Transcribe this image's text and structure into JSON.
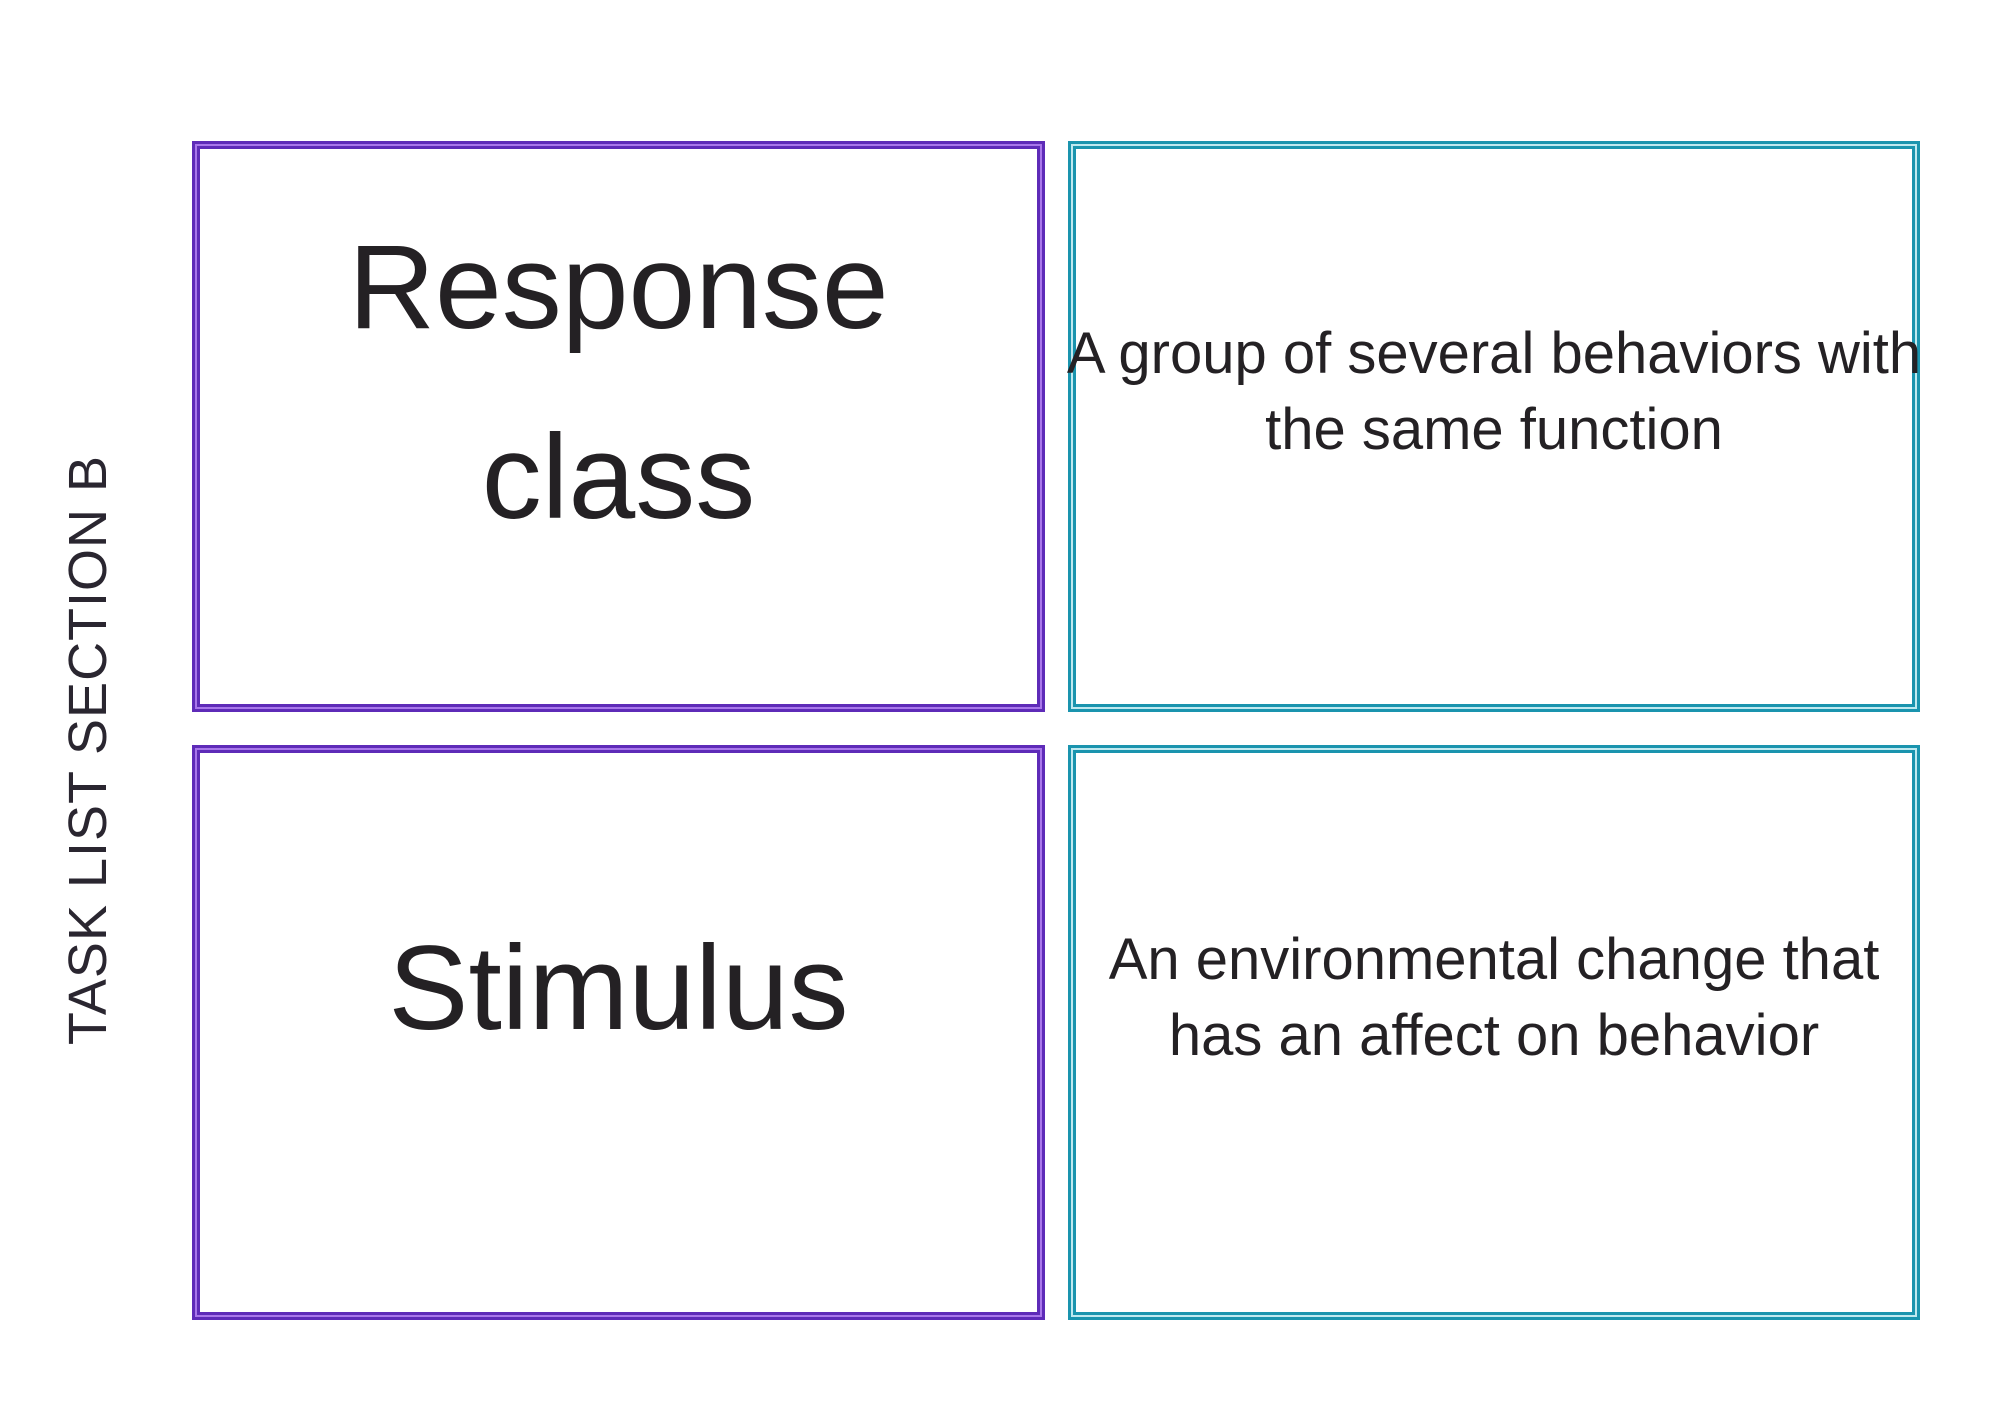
{
  "colors": {
    "term_border_dark": "#5e2bb8",
    "term_border_light": "#a877ea",
    "def_border_dark": "#1a94ae",
    "def_border_light": "#bfe9f0",
    "card_text": "#242124",
    "sidebar_text": "#2a2630",
    "page_bg": "#ffffff"
  },
  "sidebar": {
    "label": "TASK LIST SECTION B"
  },
  "cards": {
    "response_class": {
      "term": {
        "lines": [
          "Response",
          "class"
        ]
      },
      "definition": {
        "lines": [
          "A group of several behaviors with",
          "the same function"
        ]
      }
    },
    "stimulus": {
      "term": {
        "lines": [
          "Stimulus"
        ]
      },
      "definition": {
        "lines": [
          "An environmental change that",
          "has an affect on behavior"
        ]
      }
    }
  }
}
